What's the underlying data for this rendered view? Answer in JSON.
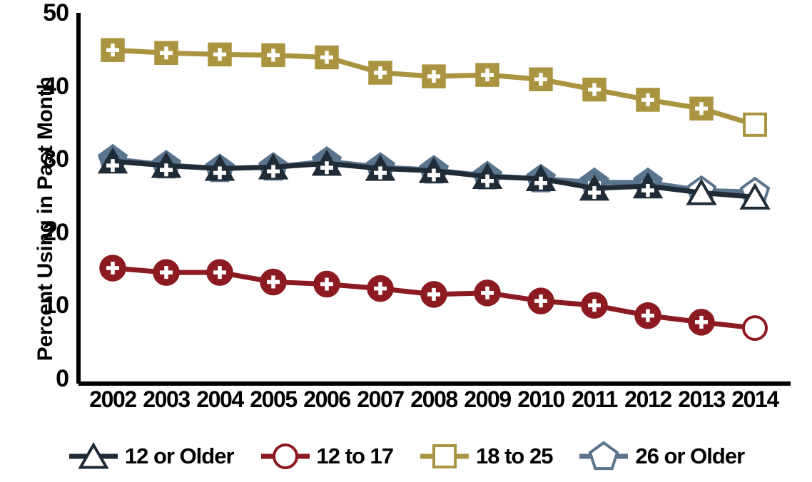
{
  "chart_data": {
    "type": "line",
    "title": "",
    "subtitle": "",
    "xlabel": "",
    "ylabel": "Percent Using in Past Month",
    "categories": [
      "2002",
      "2003",
      "2004",
      "2005",
      "2006",
      "2007",
      "2008",
      "2009",
      "2010",
      "2011",
      "2012",
      "2013",
      "2014"
    ],
    "x": [
      2002,
      2003,
      2004,
      2005,
      2006,
      2007,
      2008,
      2009,
      2010,
      2011,
      2012,
      2013,
      2014
    ],
    "ylim": [
      0,
      50
    ],
    "yticks": [
      0,
      10,
      20,
      30,
      40,
      50
    ],
    "ytick_labels": [
      "0",
      "10",
      "20",
      "30",
      "40",
      "50"
    ],
    "grid": false,
    "legend_position": "bottom",
    "series": [
      {
        "name": "12 or Older",
        "color": "#1f2b36",
        "marker": "triangle",
        "values": [
          30.2,
          29.6,
          29.2,
          29.4,
          29.9,
          29.2,
          28.9,
          28.1,
          27.8,
          26.5,
          26.8,
          25.9,
          25.3
        ]
      },
      {
        "name": "12 to 17",
        "color": "#8c1a21",
        "marker": "circle",
        "values": [
          15.6,
          15.0,
          15.0,
          13.7,
          13.4,
          12.8,
          12.0,
          12.2,
          11.1,
          10.5,
          9.1,
          8.2,
          7.4
        ]
      },
      {
        "name": "18 to 25",
        "color": "#ab9440",
        "marker": "square",
        "values": [
          45.4,
          45.0,
          44.8,
          44.7,
          44.4,
          42.3,
          41.8,
          42.0,
          41.4,
          40.0,
          38.6,
          37.4,
          35.2
        ]
      },
      {
        "name": "26 or Older",
        "color": "#5b748e",
        "marker": "pentagon",
        "values": [
          30.5,
          29.7,
          29.2,
          29.4,
          30.2,
          29.4,
          29.0,
          28.2,
          27.8,
          27.3,
          27.3,
          26.2,
          26.0
        ]
      }
    ]
  },
  "axes": {
    "y_title": "Percent Using in Past Month",
    "y_tick_labels": [
      "50",
      "40",
      "30",
      "20",
      "10",
      "0"
    ],
    "x_tick_labels": [
      "2002",
      "2003",
      "2004",
      "2005",
      "2006",
      "2007",
      "2008",
      "2009",
      "2010",
      "2011",
      "2012",
      "2013",
      "2014"
    ]
  },
  "legend": {
    "entries": [
      {
        "label": "12 or Older",
        "color": "#1f2b36",
        "marker": "triangle-icon"
      },
      {
        "label": "12 to 17",
        "color": "#8c1a21",
        "marker": "circle-icon"
      },
      {
        "label": "18 to 25",
        "color": "#ab9440",
        "marker": "square-icon"
      },
      {
        "label": "26 or Older",
        "color": "#5b748e",
        "marker": "pentagon-icon"
      }
    ]
  },
  "style": {
    "axis_color": "#000000",
    "background": "#ffffff",
    "last_point_hollow": true
  }
}
